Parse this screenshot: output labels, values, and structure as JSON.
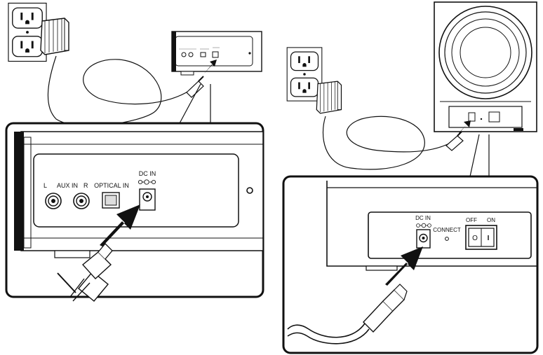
{
  "soundbar_panel": {
    "aux_left_label": "L",
    "aux_in_label": "AUX IN",
    "aux_right_label": "R",
    "optical_in_label": "OPTICAL IN",
    "dc_in_label": "DC IN"
  },
  "subwoofer_panel": {
    "dc_in_label": "DC IN",
    "connect_label": "CONNECT",
    "off_label": "OFF",
    "on_label": "ON",
    "switch_off_symbol": "O",
    "switch_on_symbol": "I"
  },
  "colors": {
    "line": "#111111",
    "arrow": "#111111",
    "panel_fill": "#ffffff"
  }
}
